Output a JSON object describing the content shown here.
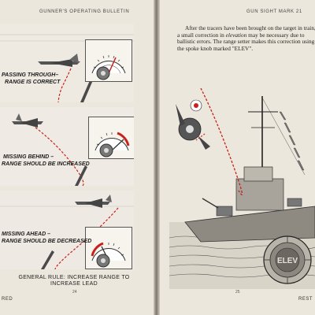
{
  "left_page": {
    "running_head": "GUNNER'S OPERATING BULLETIN",
    "panels": [
      {
        "caption_line1": "PASSING THROUGH–",
        "caption_line2": "RANGE IS CORRECT"
      },
      {
        "caption_line1": "MISSING BEHIND –",
        "caption_line2": "RANGE SHOULD BE INCREASED"
      },
      {
        "caption_line1": "MISSING AHEAD –",
        "caption_line2": "RANGE SHOULD BE DECREASED"
      }
    ],
    "general_rule_line1": "GENERAL RULE: INCREASE RANGE TO",
    "general_rule_line2": "INCREASE LEAD",
    "page_number": "24",
    "footer_fragment": "RED"
  },
  "right_page": {
    "running_head": "GUN SIGHT MARK 21",
    "paragraph_before": "After the tracers have been brought on the target in train, a small correction in ",
    "paragraph_emphasis": "elevation",
    "paragraph_after": " may be necessary due to ballistic errors. The range setter makes this correction using the spoke knob marked \"ELEV\".",
    "page_number": "25",
    "footer_fragment": "REST",
    "knob_label": "ELEV"
  },
  "colors": {
    "paper": "#ece7dc",
    "tracer_red": "#c8201a",
    "ink": "#222222"
  }
}
